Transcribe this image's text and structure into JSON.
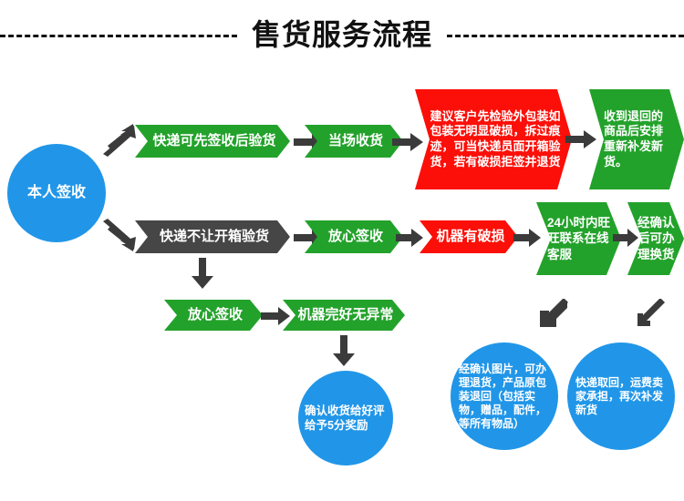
{
  "page": {
    "title": "售货服务流程",
    "background": "#ffffff"
  },
  "colors": {
    "green": "#23a22b",
    "blue": "#2196e8",
    "red": "#fb0f08",
    "dark_gray": "#464646",
    "arrow_gray": "#3b3b3b",
    "title_black": "#111111"
  },
  "start": {
    "label": "本人签收"
  },
  "branch_top": {
    "step1": "快递可先签收后验货",
    "step2": "当场收货",
    "step3": "建议客户先检验外包装如包装无明显破损，拆过痕迹，可当快递员面开箱验货，若有破损拒签并退货",
    "step4": "收到退回的商品后安排重新补发新货。"
  },
  "branch_mid": {
    "step1": "快递不让开箱验货",
    "step2": "放心签收",
    "step3": "机器有破损",
    "step4": "24小时内旺旺联系在线客服",
    "step5": "经确认后可办理换货"
  },
  "branch_bottom": {
    "step1": "放心签收",
    "step2": "机器完好无异常",
    "result": "确认收货给好评给予5分奖励"
  },
  "outcomes": {
    "refund": "经确认图片，可办理退货，产品原包装退回（包括实物，赠品，配件，等所有物品）",
    "reship": "快递取回，运费卖家承担，再次补发新货"
  },
  "icons": {
    "arrow_right": "arrow-right-icon",
    "arrow_down": "arrow-down-icon",
    "arrow_down_left": "arrow-down-left-icon",
    "arrow_up_right": "arrow-up-right-icon",
    "arrow_down_right": "arrow-down-right-icon"
  }
}
